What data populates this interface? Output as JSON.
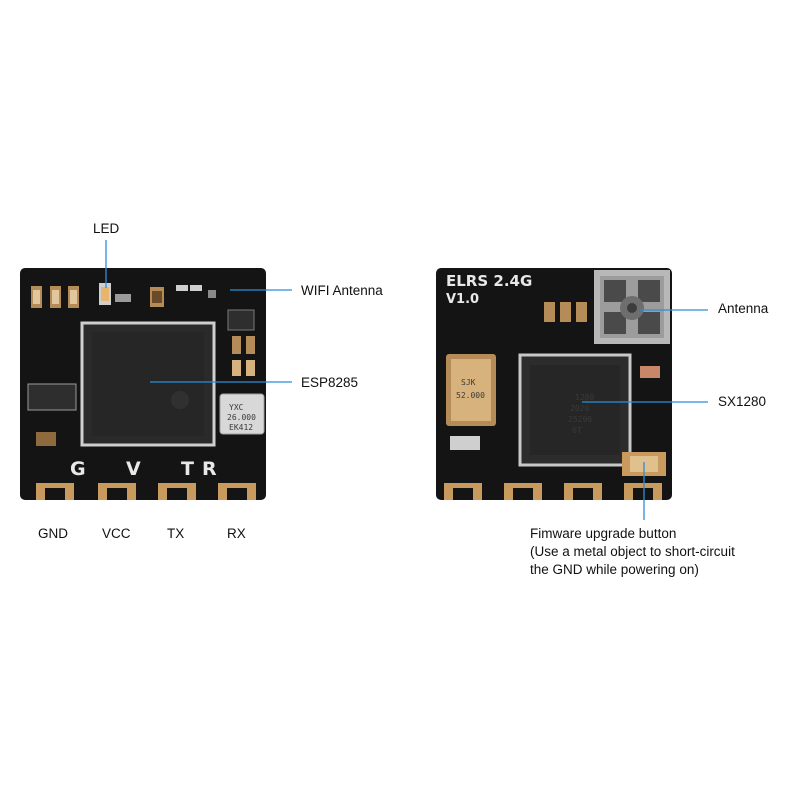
{
  "left_board": {
    "labels": {
      "led": "LED",
      "wifi_antenna": "WIFI Antenna",
      "chip": "ESP8285",
      "pads": [
        "GND",
        "VCC",
        "TX",
        "RX"
      ]
    },
    "silkscreen": [
      "G",
      "V",
      "T",
      "R"
    ],
    "crystal_marking": [
      "YXC",
      "26.000",
      "EK412"
    ]
  },
  "right_board": {
    "silkscreen_title": "ELRS 2.4G",
    "silkscreen_version": "V1.0",
    "labels": {
      "antenna": "Antenna",
      "chip": "SX1280",
      "button_title": "Fimware upgrade button",
      "button_note_1": "(Use a metal object to short-circuit",
      "button_note_2": "the GND while powering on)"
    },
    "crystal_marking": [
      "SJK",
      "52.000"
    ],
    "chip_marking": [
      "1280",
      "2020",
      "25296",
      "6T"
    ]
  },
  "colors": {
    "pcb": "#141414",
    "gold": "#c99a5e",
    "leader_line": "#2a8fd6"
  }
}
